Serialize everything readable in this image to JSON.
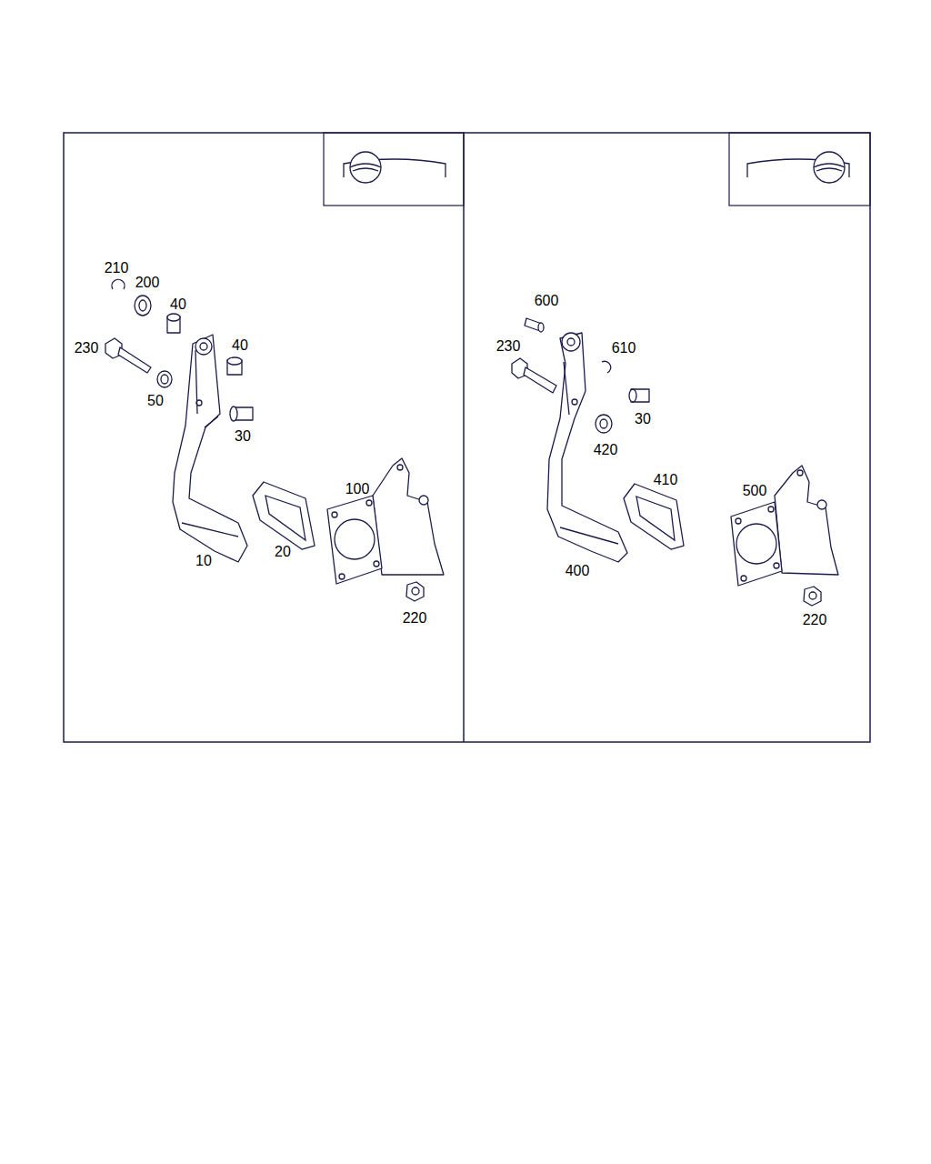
{
  "diagram": {
    "labels": [
      "210",
      "200",
      "40",
      "230",
      "40",
      "50",
      "30",
      "100",
      "10",
      "20",
      "220",
      "600",
      "230",
      "610",
      "30",
      "420",
      "410",
      "500",
      "400",
      "220"
    ]
  }
}
